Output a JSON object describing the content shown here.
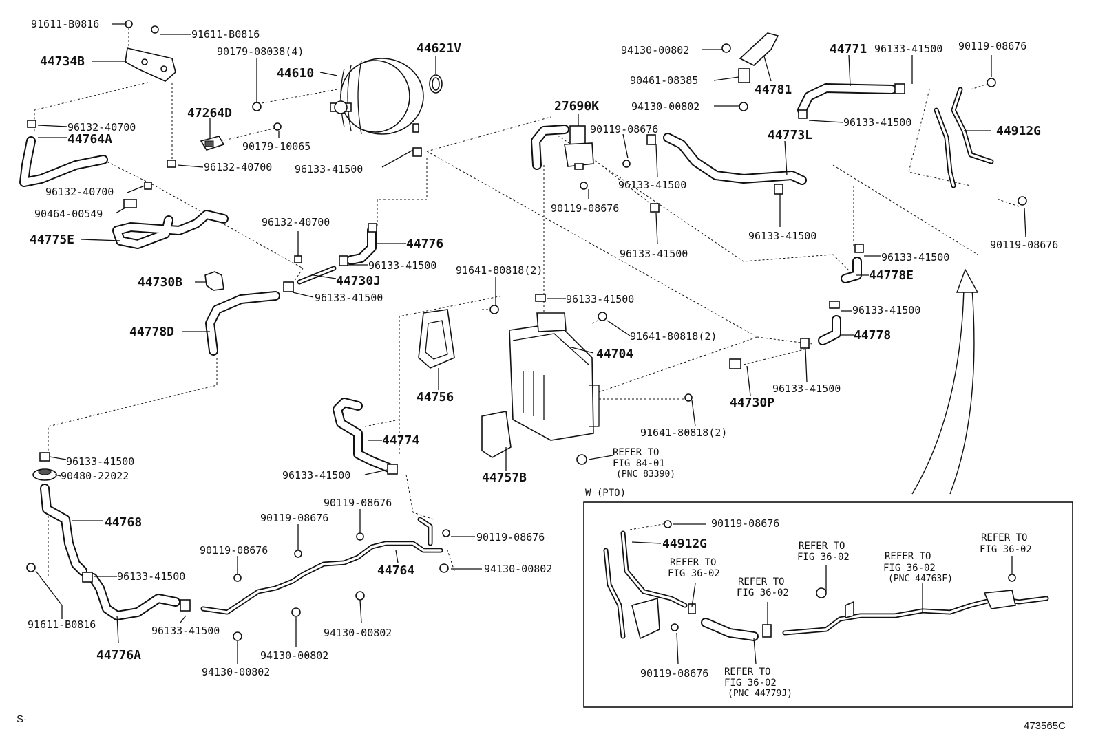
{
  "footer": {
    "left_mark": "S·",
    "figure_code": "473565C"
  },
  "inset": {
    "title": "W (PTO)"
  },
  "labels": {
    "p91611_a": "91611-B0816",
    "p91611_b": "91611-B0816",
    "p44734B": "44734B",
    "p90179_08038": "90179-08038(4)",
    "p44610": "44610",
    "p44621V": "44621V",
    "p47264D": "47264D",
    "p90179_10065": "90179-10065",
    "p96132_a": "96132-40700",
    "p44764A": "44764A",
    "p96132_b": "96132-40700",
    "p96133_booster": "96133-41500",
    "p96132_c": "96132-40700",
    "p90464": "90464-00549",
    "p44775E": "44775E",
    "p96132_d": "96132-40700",
    "p44776": "44776",
    "p96133_44776": "96133-41500",
    "p44730B": "44730B",
    "p44730J": "44730J",
    "p96133_44730J": "96133-41500",
    "p44778D": "44778D",
    "p27690K": "27690K",
    "p90119_vsv": "90119-08676",
    "p96133_vsv1": "96133-41500",
    "p90119_vsv2": "90119-08676",
    "p96133_vsv2": "96133-41500",
    "p94130_top": "94130-00802",
    "p90461": "90461-08385",
    "p94130_top2": "94130-00802",
    "p44781": "44781",
    "p44771": "44771",
    "p96133_44771": "96133-41500",
    "p96133_44771b": "96133-41500",
    "p90119_tr": "90119-08676",
    "p44773L": "44773L",
    "p96133_44773": "96133-41500",
    "p44912G": "44912G",
    "p90119_tr2": "90119-08676",
    "p96133_44778E": "96133-41500",
    "p44778E": "44778E",
    "p91641_a": "91641-80818(2)",
    "p96133_tank": "96133-41500",
    "p91641_b": "91641-80818(2)",
    "p44704": "44704",
    "p44756": "44756",
    "p96133_44778": "96133-41500",
    "p44778": "44778",
    "p44730P": "44730P",
    "p96133_44730P": "96133-41500",
    "p91641_c": "91641-80818(2)",
    "p44757B": "44757B",
    "refer_84_1": "REFER TO",
    "refer_84_2": "FIG 84-01",
    "refer_84_3": "(PNC 83390)",
    "p44774": "44774",
    "p96133_44774": "96133-41500",
    "p96133_left": "96133-41500",
    "p90480": "90480-22022",
    "p44768": "44768",
    "p96133_44768": "96133-41500",
    "p91611_c": "91611-B0816",
    "p44776A": "44776A",
    "p90119_b1": "90119-08676",
    "p90119_b2": "90119-08676",
    "p90119_b3": "90119-08676",
    "p90119_b4": "90119-08676",
    "p44764": "44764",
    "p94130_b1": "94130-00802",
    "p96133_b": "96133-41500",
    "p94130_b2": "94130-00802",
    "p94130_b3": "94130-00802",
    "p94130_b4": "94130-00802",
    "i90119_a": "90119-08676",
    "i44912G": "44912G",
    "i_ref1_1": "REFER TO",
    "i_ref1_2": "FIG 36-02",
    "i_ref2_1": "REFER TO",
    "i_ref2_2": "FIG 36-02",
    "i_ref3_1": "REFER TO",
    "i_ref3_2": "FIG 36-02",
    "i_ref4_1": "REFER TO",
    "i_ref4_2": "FIG 36-02",
    "i_ref4_3": "(PNC 44763F)",
    "i_ref5_1": "REFER TO",
    "i_ref5_2": "FIG 36-02",
    "i90119_b": "90119-08676",
    "i_ref6_1": "REFER TO",
    "i_ref6_2": "FIG 36-02",
    "i_ref6_3": "(PNC 44779J)"
  }
}
